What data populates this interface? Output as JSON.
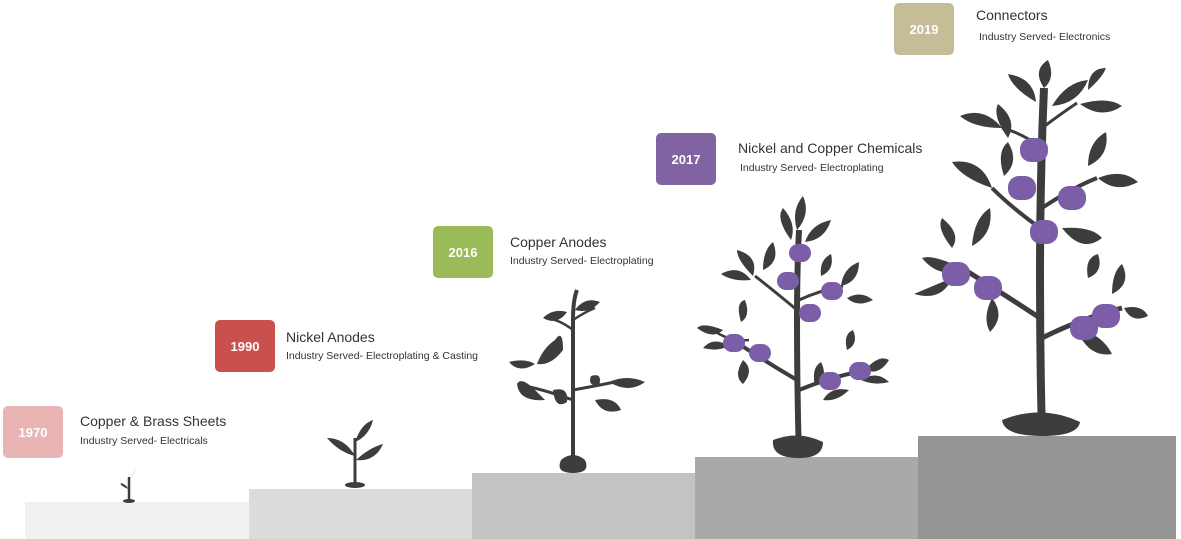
{
  "colors": {
    "leaf": "#3d3d3d",
    "fruit": "#7b5ea7",
    "fruit_light": "#a88bd0",
    "step_shades": [
      "#f1f1f1",
      "#dcdcdc",
      "#c3c3c3",
      "#a9a9a9",
      "#959595"
    ]
  },
  "milestones": [
    {
      "year": "1970",
      "title": "Copper & Brass Sheets",
      "sub": "Industry Served- Electricals",
      "color": "#e8b4b4"
    },
    {
      "year": "1990",
      "title": "Nickel Anodes",
      "sub": "Industry Served- Electroplating & Casting",
      "color": "#c9504d"
    },
    {
      "year": "2016",
      "title": "Copper Anodes",
      "sub": "Industry Served- Electroplating",
      "color": "#9bbb59"
    },
    {
      "year": "2017",
      "title": "Nickel and Copper Chemicals",
      "sub": "Industry Served- Electroplating",
      "color": "#8064a2"
    },
    {
      "year": "2019",
      "title": "Connectors",
      "sub": "Industry Served- Electronics",
      "color": "#c4bd97"
    }
  ]
}
